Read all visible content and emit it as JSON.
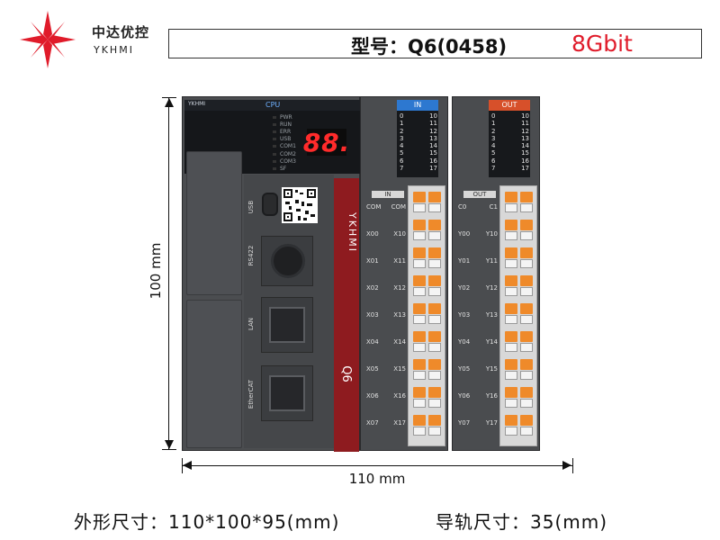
{
  "brand": {
    "name_cn": "中达优控",
    "name_en": "YKHMI",
    "logo_color": "#e01b2a"
  },
  "title": {
    "model": "型号：Q6(0458)",
    "memory": "8Gbit",
    "memory_color": "#e01b2a"
  },
  "dimensions": {
    "height": "100 mm",
    "width": "110 mm"
  },
  "specs": {
    "size": "外形尺寸：110*100*95(mm)",
    "rail": "导轨尺寸：35(mm)"
  },
  "cpu": {
    "header_brand": "YKHMI",
    "title": "CPU",
    "leds": [
      "PWR",
      "RUN",
      "ERR",
      "USB",
      "COM1",
      "COM2",
      "COM3",
      "SF"
    ],
    "display": "88.",
    "ports": {
      "usb": "USB",
      "rs422": "RS422",
      "lan": "LAN",
      "ethercat": "EtherCAT"
    },
    "strip_brand": "YKHMI",
    "strip_model": "Q6"
  },
  "in_module": {
    "tag": "IN",
    "tag_color": "#2d78d0",
    "header": "IN",
    "nums": [
      [
        "0",
        "10"
      ],
      [
        "1",
        "11"
      ],
      [
        "2",
        "12"
      ],
      [
        "3",
        "13"
      ],
      [
        "4",
        "14"
      ],
      [
        "5",
        "15"
      ],
      [
        "6",
        "16"
      ],
      [
        "7",
        "17"
      ]
    ],
    "rows": [
      [
        "COM",
        "COM"
      ],
      [
        "X00",
        "X10"
      ],
      [
        "X01",
        "X11"
      ],
      [
        "X02",
        "X12"
      ],
      [
        "X03",
        "X13"
      ],
      [
        "X04",
        "X14"
      ],
      [
        "X05",
        "X15"
      ],
      [
        "X06",
        "X16"
      ],
      [
        "X07",
        "X17"
      ]
    ]
  },
  "out_module": {
    "tag": "OUT",
    "tag_color": "#d7502a",
    "header": "OUT",
    "nums": [
      [
        "0",
        "10"
      ],
      [
        "1",
        "11"
      ],
      [
        "2",
        "12"
      ],
      [
        "3",
        "13"
      ],
      [
        "4",
        "14"
      ],
      [
        "5",
        "15"
      ],
      [
        "6",
        "16"
      ],
      [
        "7",
        "17"
      ]
    ],
    "rows": [
      [
        "C0",
        "C1"
      ],
      [
        "Y00",
        "Y10"
      ],
      [
        "Y01",
        "Y11"
      ],
      [
        "Y02",
        "Y12"
      ],
      [
        "Y03",
        "Y13"
      ],
      [
        "Y04",
        "Y14"
      ],
      [
        "Y05",
        "Y15"
      ],
      [
        "Y06",
        "Y16"
      ],
      [
        "Y07",
        "Y17"
      ]
    ]
  }
}
